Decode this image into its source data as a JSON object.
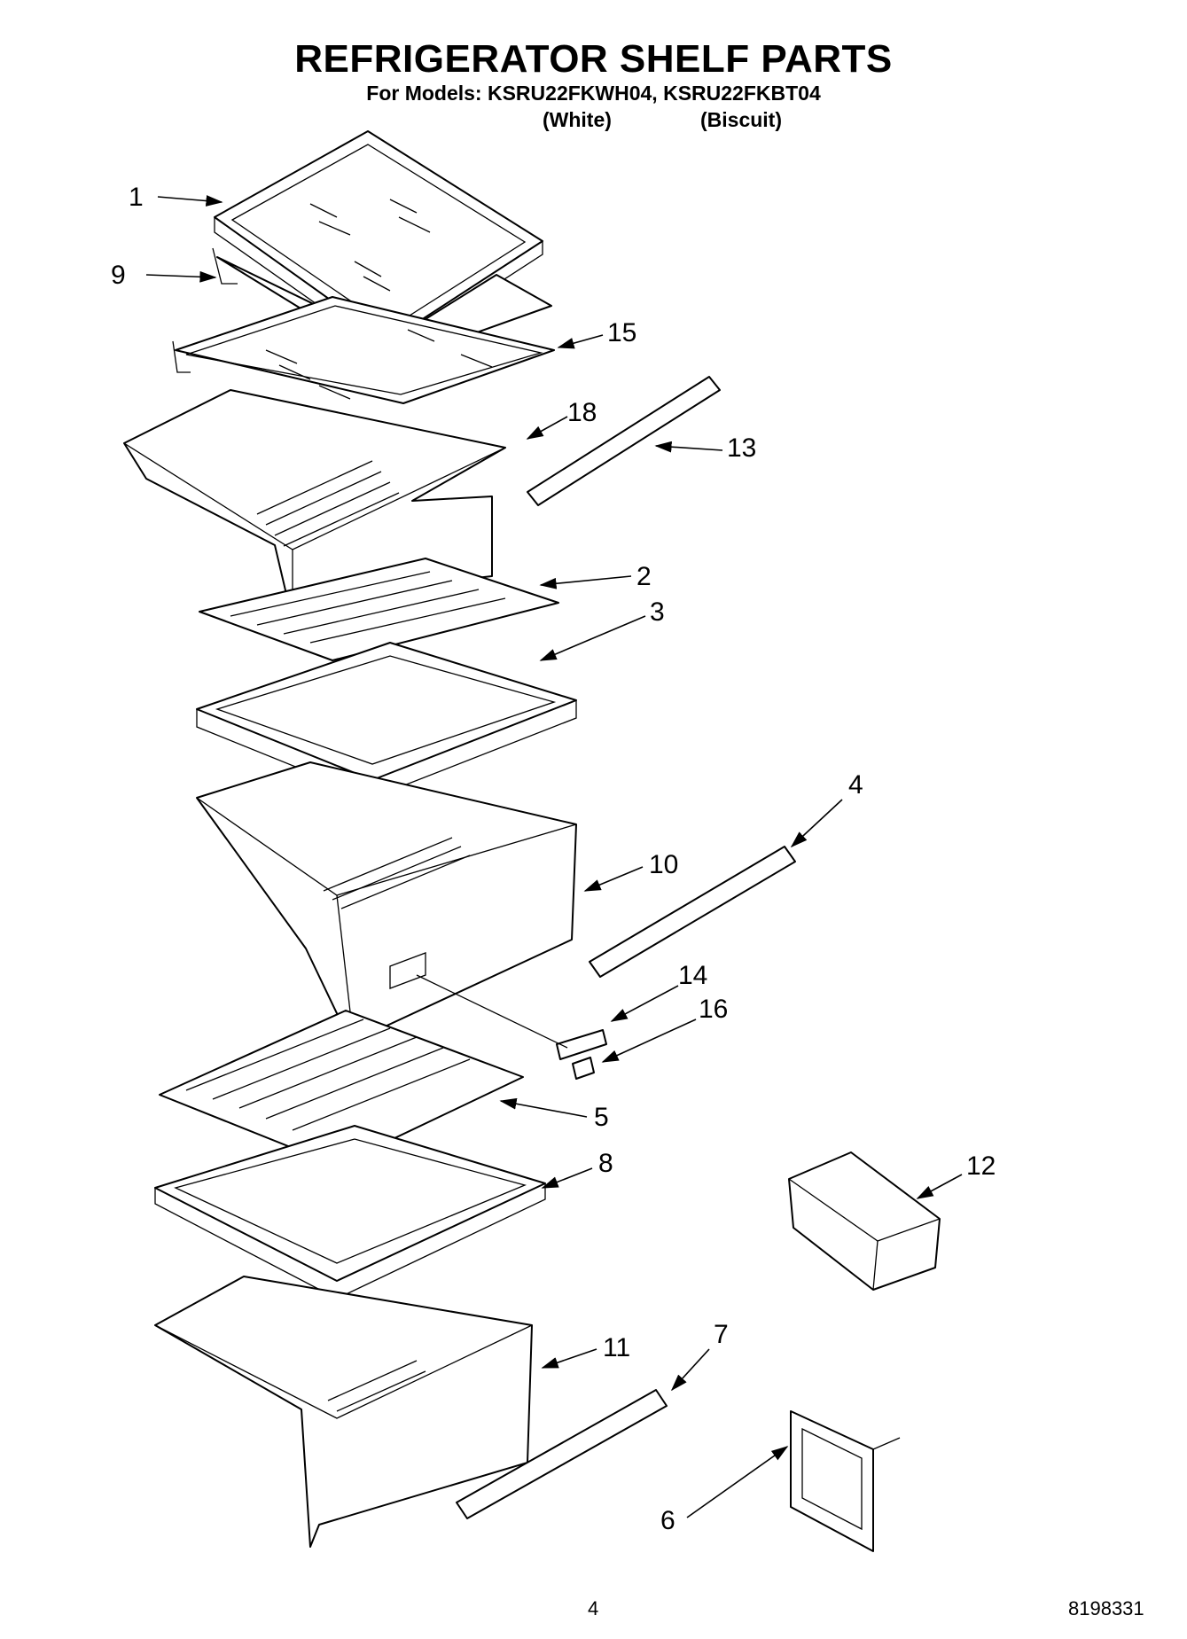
{
  "header": {
    "title": "REFRIGERATOR SHELF PARTS",
    "subtitle": "For Models: KSRU22FKWH04, KSRU22FKBT04",
    "variant_white": "(White)",
    "variant_biscuit": "(Biscuit)"
  },
  "callouts": {
    "c1": "1",
    "c9": "9",
    "c15": "15",
    "c18": "18",
    "c13": "13",
    "c2": "2",
    "c3": "3",
    "c4": "4",
    "c10": "10",
    "c14": "14",
    "c16": "16",
    "c5": "5",
    "c8": "8",
    "c12": "12",
    "c11": "11",
    "c7": "7",
    "c6": "6"
  },
  "footer": {
    "page_number": "4",
    "doc_number": "8198331"
  }
}
